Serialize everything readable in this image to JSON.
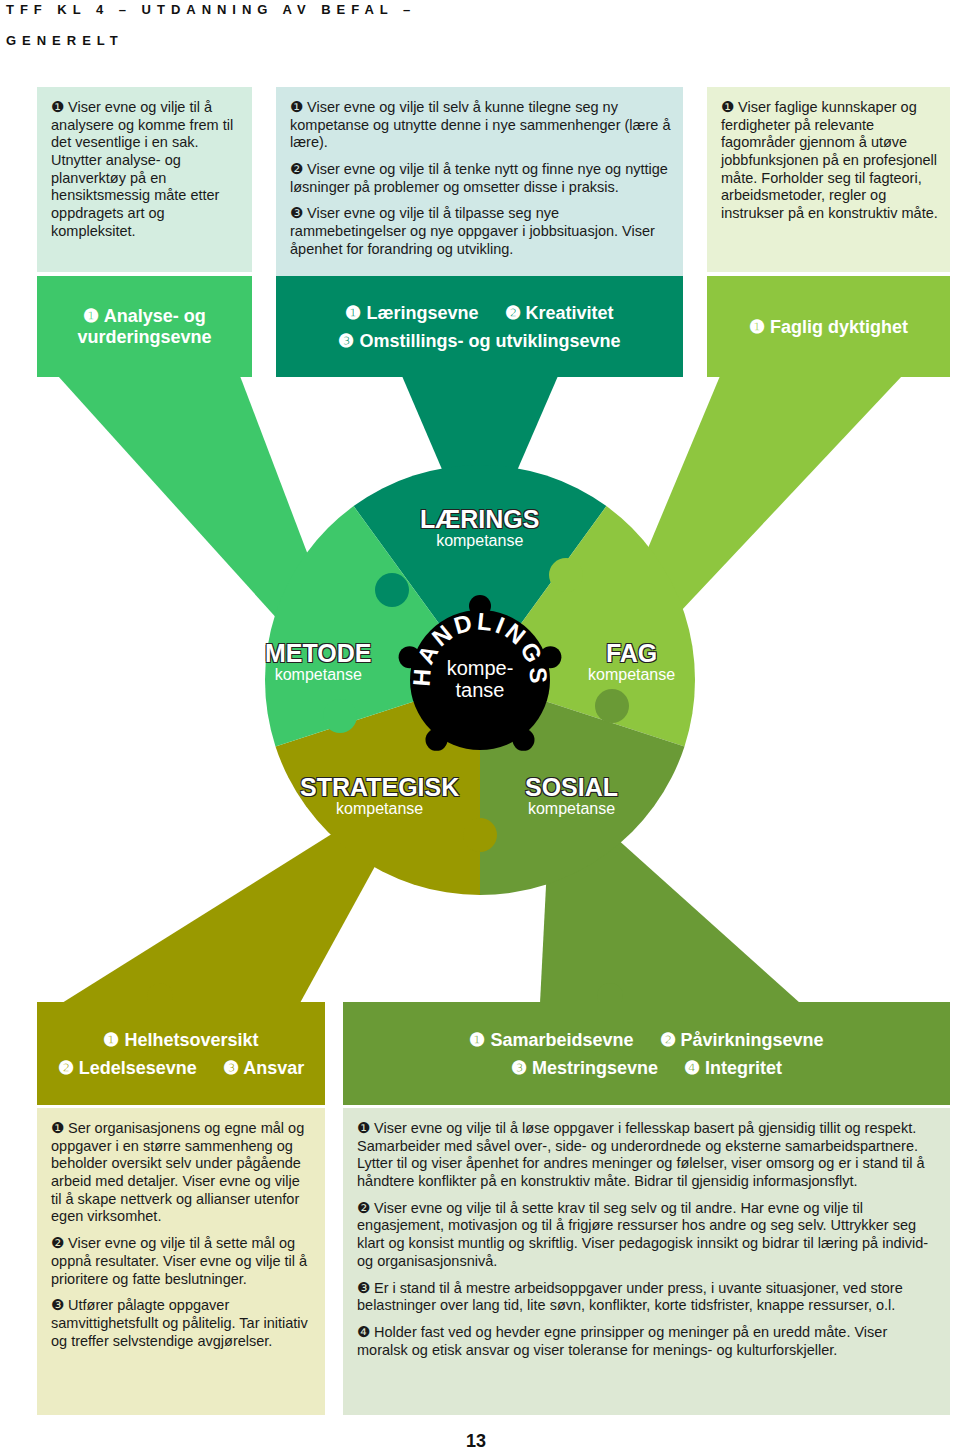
{
  "diagram": {
    "nodes": [
      {
        "text": [
          "❶ Viser evne og vilje til å analysere og komme frem til det vesentlige i en sak. Utnytter analyse- og planverktøy på en hensiktsmessig måte etter oppdragets art og kompleksitet."
        ]
      },
      {
        "text": [
          "❶ Viser evne og vilje til selv å kunne tilegne seg ny kompetanse og utnytte denne i nye sammenhenger (lære å lære).",
          "❷ Viser evne og vilje til å tenke nytt og finne nye og nyttige løsninger på problemer og omsetter disse i praksis.",
          "❸ Viser evne og vilje til å tilpasse seg nye rammebetingelser og nye oppgaver i jobbsituasjon. Viser åpenhet for forandring og utvikling."
        ]
      },
      {
        "text": [
          "❶ Viser faglige kunnskaper og ferdigheter på relevante fagområder gjennom å utøve jobbfunksjonen på en profesjonell måte. Forholder seg til fagteori, arbeidsmetoder, regler og instrukser på en konstruktiv måte."
        ]
      },
      {
        "text": [
          "❶ Analyse- og vurderingsevne"
        ]
      },
      {
        "text": [
          "❶ Læringsevne",
          "❷ Kreativitet",
          "❸ Omstillings- og utviklingsevne"
        ]
      },
      {
        "text": [
          "❶ Faglig dyktighet"
        ]
      },
      {
        "text": [
          "LÆRINGS",
          "kompetanse"
        ]
      },
      {
        "text": [
          "METODE",
          "kompetanse"
        ]
      },
      {
        "text": [
          "FAG",
          "kompetanse"
        ]
      },
      {
        "text": [
          "HANDLINGS",
          "kompe- tanse"
        ]
      },
      {
        "text": [
          "STRATEGISK",
          "kompetanse"
        ]
      },
      {
        "text": [
          "SOSIAL",
          "kompetanse"
        ]
      },
      {
        "text": [
          "❶ Helhetsoversikt",
          "❷ Ledelsesevne",
          "❸ Ansvar"
        ]
      },
      {
        "text": [
          "❶ Samarbeidsevne",
          "❷ Påvirkningsevne",
          "❸ Mestringsevne",
          "❹ Integritet"
        ]
      },
      {
        "text": [
          "❶ Ser organisasjonens og egne mål og oppgaver i en større sammenheng og beholder oversikt selv under pågående arbeid med detaljer. Viser evne og vilje til å skape nettverk og allianser utenfor egen virksomhet.",
          "❷ Viser evne og vilje til å sette mål og oppnå resultater. Viser evne og vilje til å prioritere og fatte beslutninger.",
          "❸ Utfører pålagte oppgaver samvittighetsfullt og pålitelig. Tar initiativ og treffer selvstendige avgjørelser."
        ]
      },
      {
        "text": [
          "❶ Viser evne og vilje til å løse oppgaver i fellesskap basert på gjensidig tillit og respekt. Samarbeider med såvel over-, side- og underordnede og eksterne samarbeidspartnere. Lytter til og viser åpenhet for andres meninger og følelser, viser omsorg og er i stand til å håndtere konflikter på en konstruktiv måte. Bidrar til gjensidig informasjonsflyt.",
          "❷ Viser evne og vilje til å sette krav til seg selv og til andre. Har evne og vilje til engasjement, motivasjon og til å frigjøre ressurser hos andre og seg selv. Uttrykker seg klart og konsist muntlig og skriftlig. Viser pedagogisk innsikt og bidrar til læring på individ- og organisasjonsnivå.",
          "❸ Er i stand til å mestre arbeidsoppgaver under press, i uvante situasjoner, ved store belastninger over lang tid, lite søvn, konflikter, korte tidsfrister, knappe ressurser, o.l.",
          "❹ Holder fast ved og hevder egne prinsipper og meninger på en uredd måte. Viser moralsk og etisk ansvar og viser toleranse for menings- og kulturforskjeller."
        ]
      }
    ],
    "edges": [
      {
        "from": 3,
        "to": 7,
        "arrow": "none"
      },
      {
        "from": 4,
        "to": 6,
        "arrow": "none"
      },
      {
        "from": 5,
        "to": 8,
        "arrow": "none"
      },
      {
        "from": 12,
        "to": 10,
        "arrow": "none"
      },
      {
        "from": 13,
        "to": 11,
        "arrow": "none"
      }
    ],
    "labels": [
      "TFF KL 4 – UTDANNING AV BEFAL –",
      "GENERELT",
      "13"
    ]
  }
}
